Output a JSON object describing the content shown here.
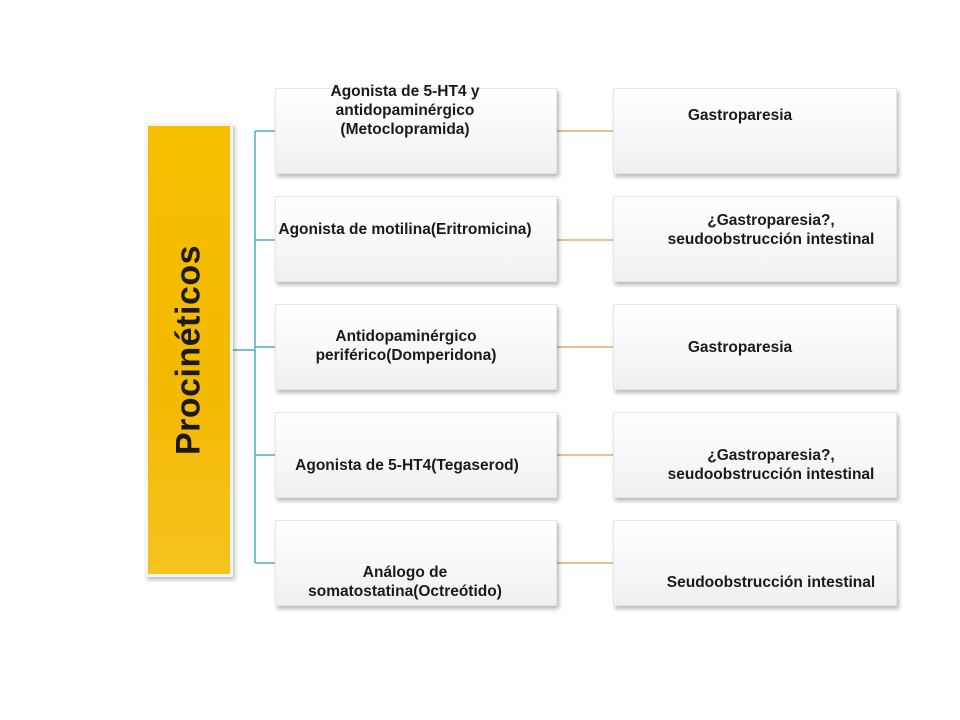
{
  "root": {
    "label": "Procinéticos",
    "color": "#f6c000"
  },
  "branch_line_color": "#4bacc6",
  "link_line_color": "#f0a868",
  "rows": [
    {
      "drug": "Agonista de 5-HT4 y\nantidopaminérgico\n(Metoclopramida)",
      "use": "Gastroparesia"
    },
    {
      "drug": "Agonista de motilina(Eritromicina)",
      "use": "¿Gastroparesia?,\nseudoobstrucción  intestinal"
    },
    {
      "drug": "Antidopaminérgico\nperiférico(Domperidona)",
      "use": "Gastroparesia"
    },
    {
      "drug": "Agonista de 5-HT4(Tegaserod)",
      "use": "¿Gastroparesia?,\nseudoobstrucción  intestinal"
    },
    {
      "drug": "Análogo de\nsomatostatina(Octreótido)",
      "use": "Seudoobstrucción  intestinal"
    }
  ]
}
